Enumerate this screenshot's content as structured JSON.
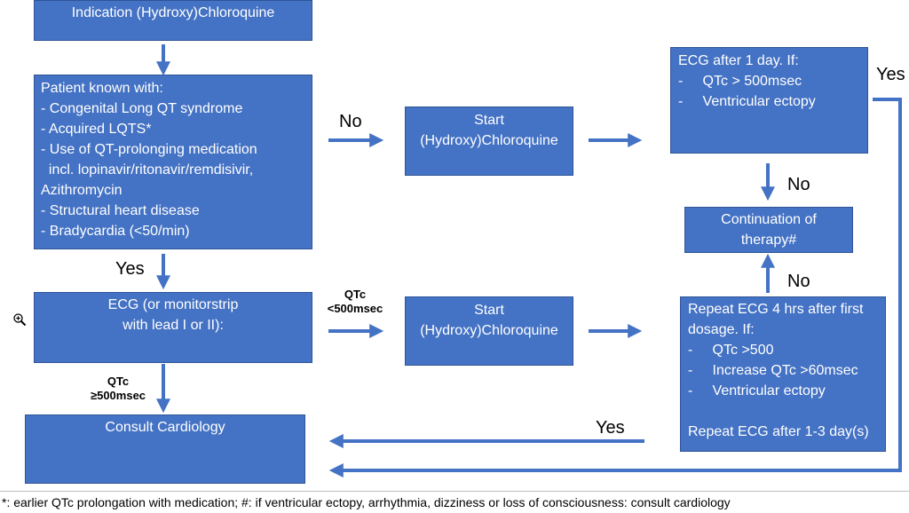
{
  "boxes": {
    "indication": "Indication (Hydroxy)Chloroquine",
    "patient_known": [
      "Patient known with:",
      "- Congenital Long QT syndrome",
      "- Acquired LQTS*",
      "- Use of QT-prolonging medication",
      "  incl. lopinavir/ritonavir/remdisivir,",
      "Azithromycin",
      "- Structural heart disease",
      "- Bradycardia (<50/min)"
    ],
    "start_top": [
      "Start",
      "(Hydroxy)Chloroquine"
    ],
    "ecg_1day": [
      "ECG after 1 day. If:",
      "-     QTc > 500msec",
      "-     Ventricular ectopy"
    ],
    "continuation": [
      "Continuation of",
      "therapy#"
    ],
    "ecg_monitor": [
      "ECG (or monitorstrip",
      "with lead I or II):"
    ],
    "start_bottom": [
      "Start",
      "(Hydroxy)Chloroquine"
    ],
    "repeat_ecg": [
      "Repeat ECG 4 hrs after first",
      "dosage. If:",
      "-     QTc >500",
      "-     Increase QTc >60msec",
      "-     Ventricular ectopy",
      "",
      "Repeat ECG after 1-3 day(s)"
    ],
    "consult": "Consult Cardiology"
  },
  "labels": {
    "no_top": "No",
    "yes_right": "Yes",
    "no_down": "No",
    "no_up": "No",
    "yes_left": "Yes",
    "qtc_lt": [
      "QTc",
      "<500msec"
    ],
    "yes_down": "Yes",
    "qtc_ge": [
      "QTc",
      "≥500msec"
    ]
  },
  "footnote": "*: earlier QTc prolongation with medication; #: if ventricular ectopy, arrhythmia, dizziness or loss of consciousness: consult cardiology",
  "colors": {
    "box_fill": "#4472c4",
    "box_border": "#2f5597",
    "arrow": "#4472c4"
  },
  "icons": {
    "zoom": "zoom-in-icon"
  }
}
